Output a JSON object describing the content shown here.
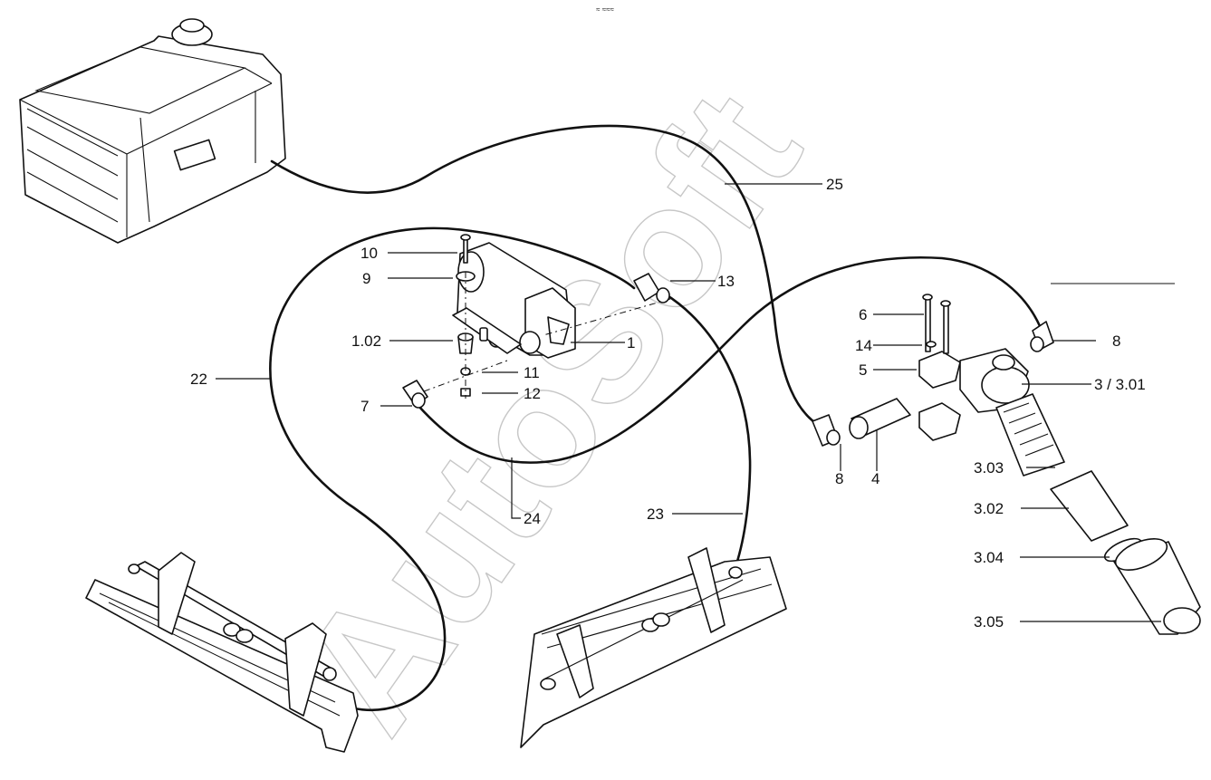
{
  "diagram": {
    "header_mark": "≈ ≈≈≈",
    "watermark": "AutoSoft",
    "callouts": [
      {
        "id": "10",
        "text": "10"
      },
      {
        "id": "9",
        "text": "9"
      },
      {
        "id": "1.02",
        "text": "1.02"
      },
      {
        "id": "1",
        "text": "1"
      },
      {
        "id": "11",
        "text": "11"
      },
      {
        "id": "12",
        "text": "12"
      },
      {
        "id": "7",
        "text": "7"
      },
      {
        "id": "13",
        "text": "13"
      },
      {
        "id": "22",
        "text": "22"
      },
      {
        "id": "23",
        "text": "23"
      },
      {
        "id": "24",
        "text": "24"
      },
      {
        "id": "25",
        "text": "25"
      },
      {
        "id": "6",
        "text": "6"
      },
      {
        "id": "14",
        "text": "14"
      },
      {
        "id": "5",
        "text": "5"
      },
      {
        "id": "8a",
        "text": "8"
      },
      {
        "id": "8b",
        "text": "8"
      },
      {
        "id": "4",
        "text": "4"
      },
      {
        "id": "3",
        "text": "3 / 3.01"
      },
      {
        "id": "3.03",
        "text": "3.03"
      },
      {
        "id": "3.02",
        "text": "3.02"
      },
      {
        "id": "3.04",
        "text": "3.04"
      },
      {
        "id": "3.05",
        "text": "3.05"
      }
    ]
  }
}
